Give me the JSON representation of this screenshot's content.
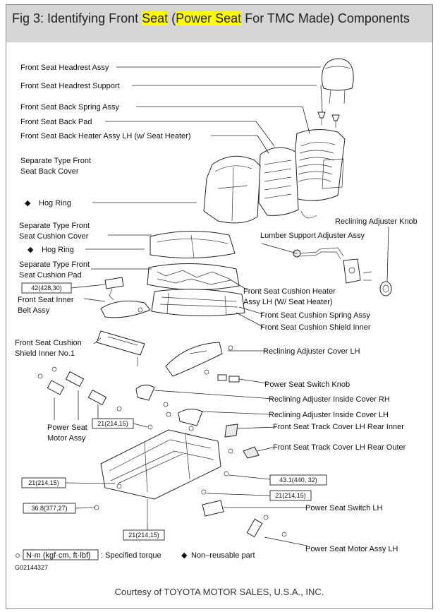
{
  "title": {
    "pre": "Fig 3: Identifying Front ",
    "hl1": "Seat",
    "mid": " (",
    "hl2": "Power Seat",
    "post": " For TMC Made) Components"
  },
  "labels": {
    "headrest_assy": "Front Seat Headrest Assy",
    "headrest_support": "Front Seat Headrest Support",
    "back_spring": "Front Seat Back Spring Assy",
    "back_pad": "Front Seat Back Pad",
    "back_heater": "Front Seat Back Heater Assy LH (w/ Seat Heater)",
    "back_cover_1": "Separate Type Front",
    "back_cover_2": "Seat Back Cover",
    "hog_ring_1": "Hog Ring",
    "reclining_knob": "Reclining Adjuster Knob",
    "lumbar": "Lumber Support Adjuster Assy",
    "cushion_cover_1": "Separate Type Front",
    "cushion_cover_2": "Seat Cushion Cover",
    "hog_ring_2": "Hog Ring",
    "cushion_pad_1": "Separate Type Front",
    "cushion_pad_2": "Seat Cushion Pad",
    "inner_belt_1": "Front Seat Inner",
    "inner_belt_2": "Belt Assy",
    "cushion_heater_1": "Front Seat Cushion Heater",
    "cushion_heater_2": "Assy LH (W/ Seat Heater)",
    "cushion_spring": "Front Seat Cushion Spring Assy",
    "shield_inner": "Front Seat Cushion Shield Inner",
    "shield_inner_no1_1": "Front Seat Cushion",
    "shield_inner_no1_2": "Shield Inner No.1",
    "reclining_cover": "Reclining Adjuster Cover LH",
    "switch_knob": "Power Seat Switch Knob",
    "inside_cover_rh": "Reclining Adjuster Inside Cover RH",
    "inside_cover_lh": "Reclining Adjuster Inside Cover LH",
    "track_rear_inner": "Front Seat Track Cover LH Rear Inner",
    "track_rear_outer": "Front Seat Track Cover LH Rear Outer",
    "motor_assy_1": "Power Seat",
    "motor_assy_2": "Motor Assy",
    "switch_lh": "Power Seat Switch LH",
    "motor_assy_lh": "Power Seat Motor Assy LH"
  },
  "torque": {
    "t1": "42(428,30)",
    "t2": "21(214,15)",
    "t3": "21(214,15)",
    "t4": "43.1(440, 32)",
    "t5": "21(214,15)",
    "t6": "36.8(377,27)",
    "t7": "21(214,15)"
  },
  "legend": {
    "unit": "N·m (kgf·cm, ft·lbf)",
    "unit_desc": ": Specified torque",
    "nonreusable": "Non–reusable part",
    "code": "G02144327"
  },
  "courtesy": "Courtesy of TOYOTA MOTOR SALES, U.S.A., INC."
}
